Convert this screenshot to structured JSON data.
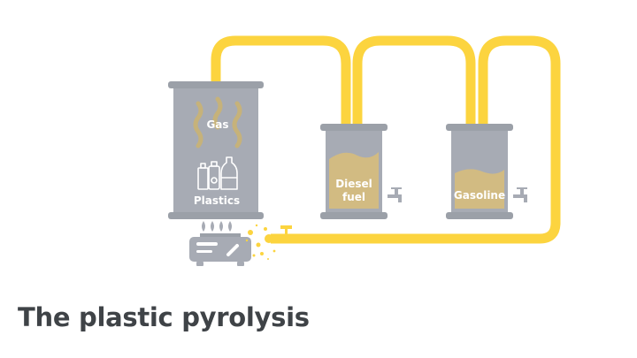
{
  "title": "The plastic pyrolysis",
  "labels": {
    "gas": "Gas",
    "plastics": "Plastics",
    "diesel_line1": "Diesel",
    "diesel_line2": "fuel",
    "gasoline": "Gasoline"
  },
  "colors": {
    "pipe": "#fcd43f",
    "tank": "#a7abb4",
    "tank_rim": "#9ba0a8",
    "liquid": "#d2bb82",
    "gas_wave": "#c6b27a",
    "title": "#3f4347"
  },
  "icons": [
    "plastic-bottles-icon",
    "gas-wave-icon",
    "burner-icon",
    "flame-icon",
    "tap-icon"
  ]
}
